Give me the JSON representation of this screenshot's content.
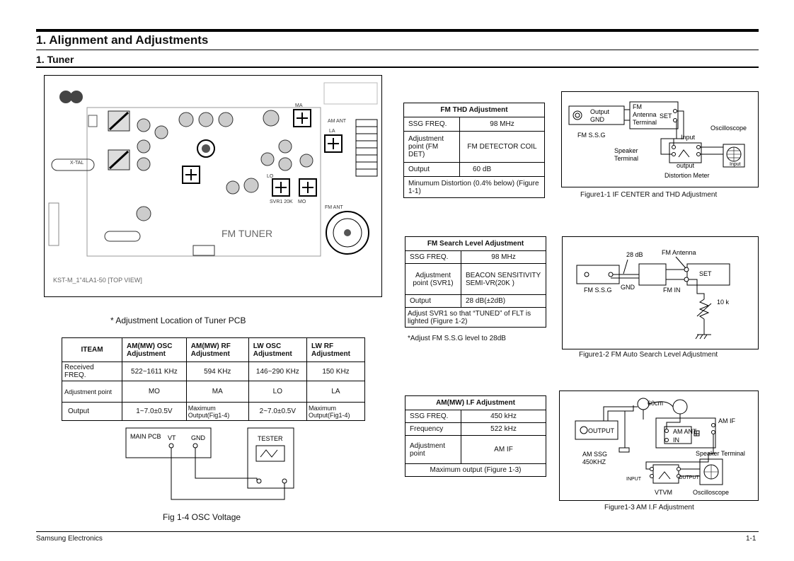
{
  "header": {
    "title": "1. Alignment and Adjustments",
    "subtitle": "1. Tuner"
  },
  "pcb": {
    "caption": "* Adjustment Location of Tuner PCB",
    "board_title": "FM TUNER",
    "board_label": "KST-M_1\"4LA1-50 [TOP VIEW]",
    "labels": {
      "mo": "MO",
      "ma": "MA",
      "lo": "LO",
      "la": "LA",
      "svr1": "SVR1 20K",
      "am_ant": "AM ANT",
      "fm_ant": "FM ANT",
      "xtal": "X-TAL"
    }
  },
  "item_table": {
    "headers": [
      "ITEAM",
      "AM(MW) OSC Adjustment",
      "AM(MW) RF Adjustment",
      "LW OSC Adjustment",
      "LW RF Adjustment"
    ],
    "rows": [
      [
        "Received FREQ.",
        "522~1611 KHz",
        "594 KHz",
        "146~290 KHz",
        "150 KHz"
      ],
      [
        "Adjustment point",
        "MO",
        "MA",
        "LO",
        "LA"
      ],
      [
        "Output",
        "1~7.0±0.5V",
        "Maximum Output(Fig1-4)",
        "2~7.0±0.5V",
        "Maximum Output(Fig1-4)"
      ]
    ]
  },
  "osc_fig": {
    "main_pcb": "MAIN PCB",
    "vt": "VT",
    "gnd": "GND",
    "tester": "TESTER",
    "caption": "Fig 1-4 OSC Voltage"
  },
  "fm_thd": {
    "title": "FM THD Adjustment",
    "rows": [
      [
        "SSG FREQ.",
        "98 MHz"
      ],
      [
        "Adjustment point (FM DET)",
        "FM DETECTOR COIL"
      ],
      [
        "Output",
        "60 dB"
      ]
    ],
    "note": "Minumum Distortion (0.4% below) (Figure 1-1)"
  },
  "fm_search": {
    "title": "FM Search Level Adjustment",
    "rows": [
      [
        "SSG FREQ.",
        "98 MHz"
      ],
      [
        "Adjustment point (SVR1)",
        "BEACON SENSITIVITY SEMI-VR(20K )"
      ],
      [
        "Output",
        "28 dB(±2dB)"
      ]
    ],
    "note": "Adjust SVR1 so that “TUNED” of FLT is lighted (Figure 1-2)",
    "footnote": "*Adjust FM S.S.G level to 28dB"
  },
  "am_if": {
    "title": "AM(MW) I.F Adjustment",
    "rows": [
      [
        "SSG FREQ.",
        "450 kHz"
      ],
      [
        "Frequency",
        "522 kHz"
      ],
      [
        "Adjustment point",
        "AM IF"
      ]
    ],
    "note": "Maximum output (Figure 1-3)"
  },
  "fig1": {
    "output_gnd_1": "Output",
    "output_gnd_2": "GND",
    "fm_ssg": "FM S.S.G",
    "fm_ant_1": "FM",
    "fm_ant_2": "Antenna",
    "fm_ant_3": "Terminal",
    "set": "SET",
    "input": "Input",
    "speaker_1": "Speaker",
    "speaker_2": "Terminal",
    "output": "output",
    "distortion": "Distortion Meter",
    "oscilloscope": "Oscilloscope",
    "osc_input": "Input",
    "caption": "Figure1-1  IF CENTER and THD Adjustment"
  },
  "fig2": {
    "db": "28 dB",
    "fm_antenna": "FM Antenna",
    "set": "SET",
    "gnd": "GND",
    "fm_ssg": "FM S.S.G",
    "fm_in": "FM  IN",
    "resistor": "10 k",
    "caption": "Figure1-2  FM Auto Search Level Adjustment"
  },
  "fig3": {
    "cable": "60cm",
    "am_if": "AM IF",
    "output": "OUTPUT",
    "am_ant": "AM ANT",
    "in": "IN",
    "am_ssg_1": "AM SSG",
    "am_ssg_2": "450KHZ",
    "speaker_terminal": "Speaker Terminal",
    "input": "INPUT",
    "out": "OUTPUT",
    "vtvm": "VTVM",
    "oscilloscope": "Oscilloscope",
    "caption": "Figure1-3  AM I.F Adjustment"
  },
  "footer": {
    "company": "Samsung Electronics",
    "page": "1-1"
  }
}
